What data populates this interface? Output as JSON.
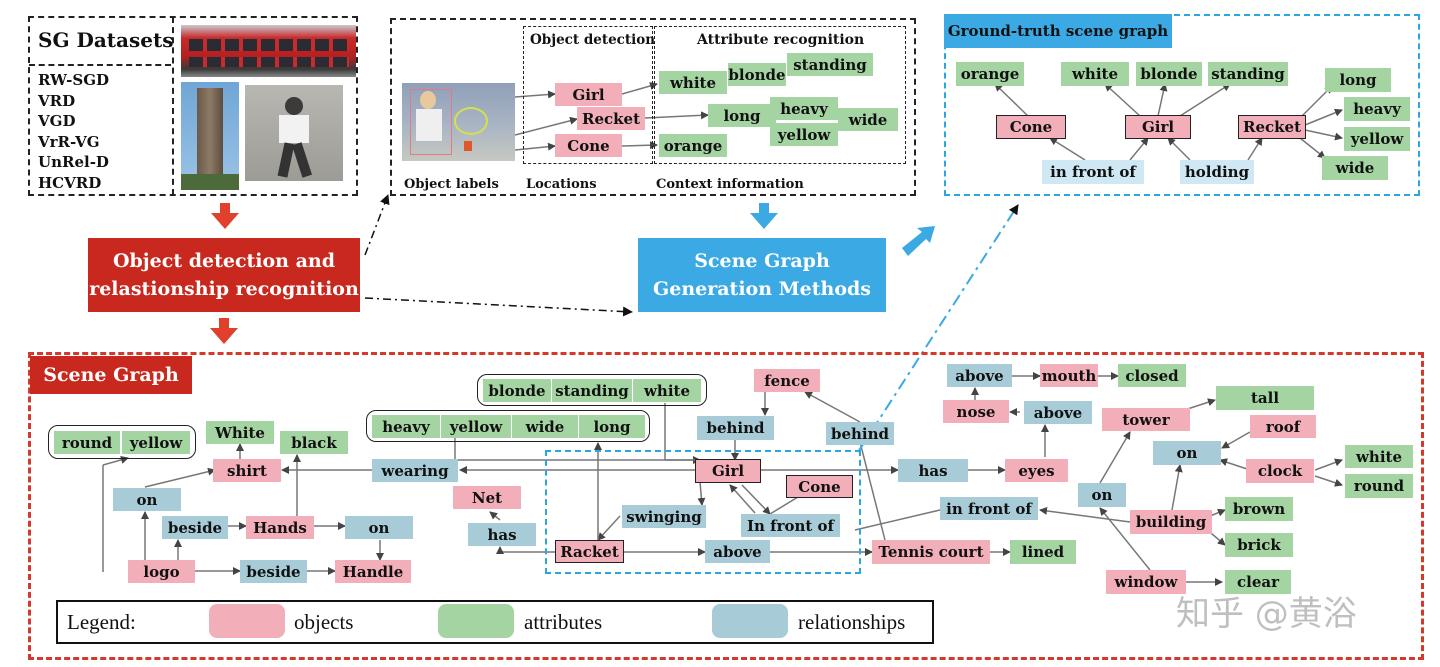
{
  "datasets": {
    "title": "SG Datasets",
    "items": [
      "RW-SGD",
      "VRD",
      "VGD",
      "VrR-VG",
      "UnRel-D",
      "HCVRD"
    ]
  },
  "detection_panel": {
    "object_detection_title": "Object detection",
    "attribute_recognition_title": "Attribute recognition",
    "objects": [
      "Girl",
      "Recket",
      "Cone"
    ],
    "attributes": [
      "white",
      "blonde",
      "standing",
      "long",
      "heavy",
      "yellow",
      "wide",
      "orange"
    ],
    "captions": [
      "Object labels",
      "Locations",
      "Context information"
    ]
  },
  "process_box": {
    "line1": "Object detection and",
    "line2": "relastionship recognition"
  },
  "methods_box": {
    "line1": "Scene Graph",
    "line2": "Generation  Methods"
  },
  "ground_truth": {
    "title": "Ground-truth scene graph",
    "nodes": {
      "orange": "orange",
      "white": "white",
      "blonde": "blonde",
      "standing": "standing",
      "long": "long",
      "heavy": "heavy",
      "yellow": "yellow",
      "wide": "wide",
      "cone": "Cone",
      "girl": "Girl",
      "recket": "Recket",
      "in_front_of": "in front of",
      "holding": "holding"
    }
  },
  "scene_graph": {
    "title": "Scene Graph",
    "groups": {
      "round_yellow": [
        "round",
        "yellow"
      ],
      "heavy_group": [
        "heavy",
        "yellow",
        "wide",
        "long"
      ],
      "blonde_group": [
        "blonde",
        "standing",
        "white"
      ]
    },
    "nodes": {
      "white_attr": "White",
      "black": "black",
      "shirt": "shirt",
      "on1": "on",
      "beside1": "beside",
      "hands": "Hands",
      "on2": "on",
      "logo": "logo",
      "beside2": "beside",
      "handle": "Handle",
      "wearing": "wearing",
      "net": "Net",
      "has1": "has",
      "racket": "Racket",
      "swinging": "swinging",
      "girl": "Girl",
      "cone": "Cone",
      "in_front_of": "In front of",
      "above1": "above",
      "tennis_court": "Tennis court",
      "lined": "lined",
      "fence": "fence",
      "behind1": "behind",
      "behind2": "behind",
      "has2": "has",
      "eyes": "eyes",
      "above2": "above",
      "mouth": "mouth",
      "closed": "closed",
      "nose": "nose",
      "above3": "above",
      "in_front_of2": "in front of",
      "tower": "tower",
      "tall": "tall",
      "roof": "roof",
      "on3": "on",
      "clock": "clock",
      "white2": "white",
      "round2": "round",
      "on4": "on",
      "building": "building",
      "brown": "brown",
      "brick": "brick",
      "window": "window",
      "clear": "clear"
    }
  },
  "legend": {
    "label": "Legend:",
    "objects": "objects",
    "attributes": "attributes",
    "relationships": "relationships"
  },
  "watermark": "知乎 @黄浴",
  "colors": {
    "objects": "#f2aeb9",
    "attributes": "#a4d4a2",
    "relationships": "#a7ccd8",
    "accent_red": "#c8281e",
    "accent_blue": "#3aa9e4"
  }
}
